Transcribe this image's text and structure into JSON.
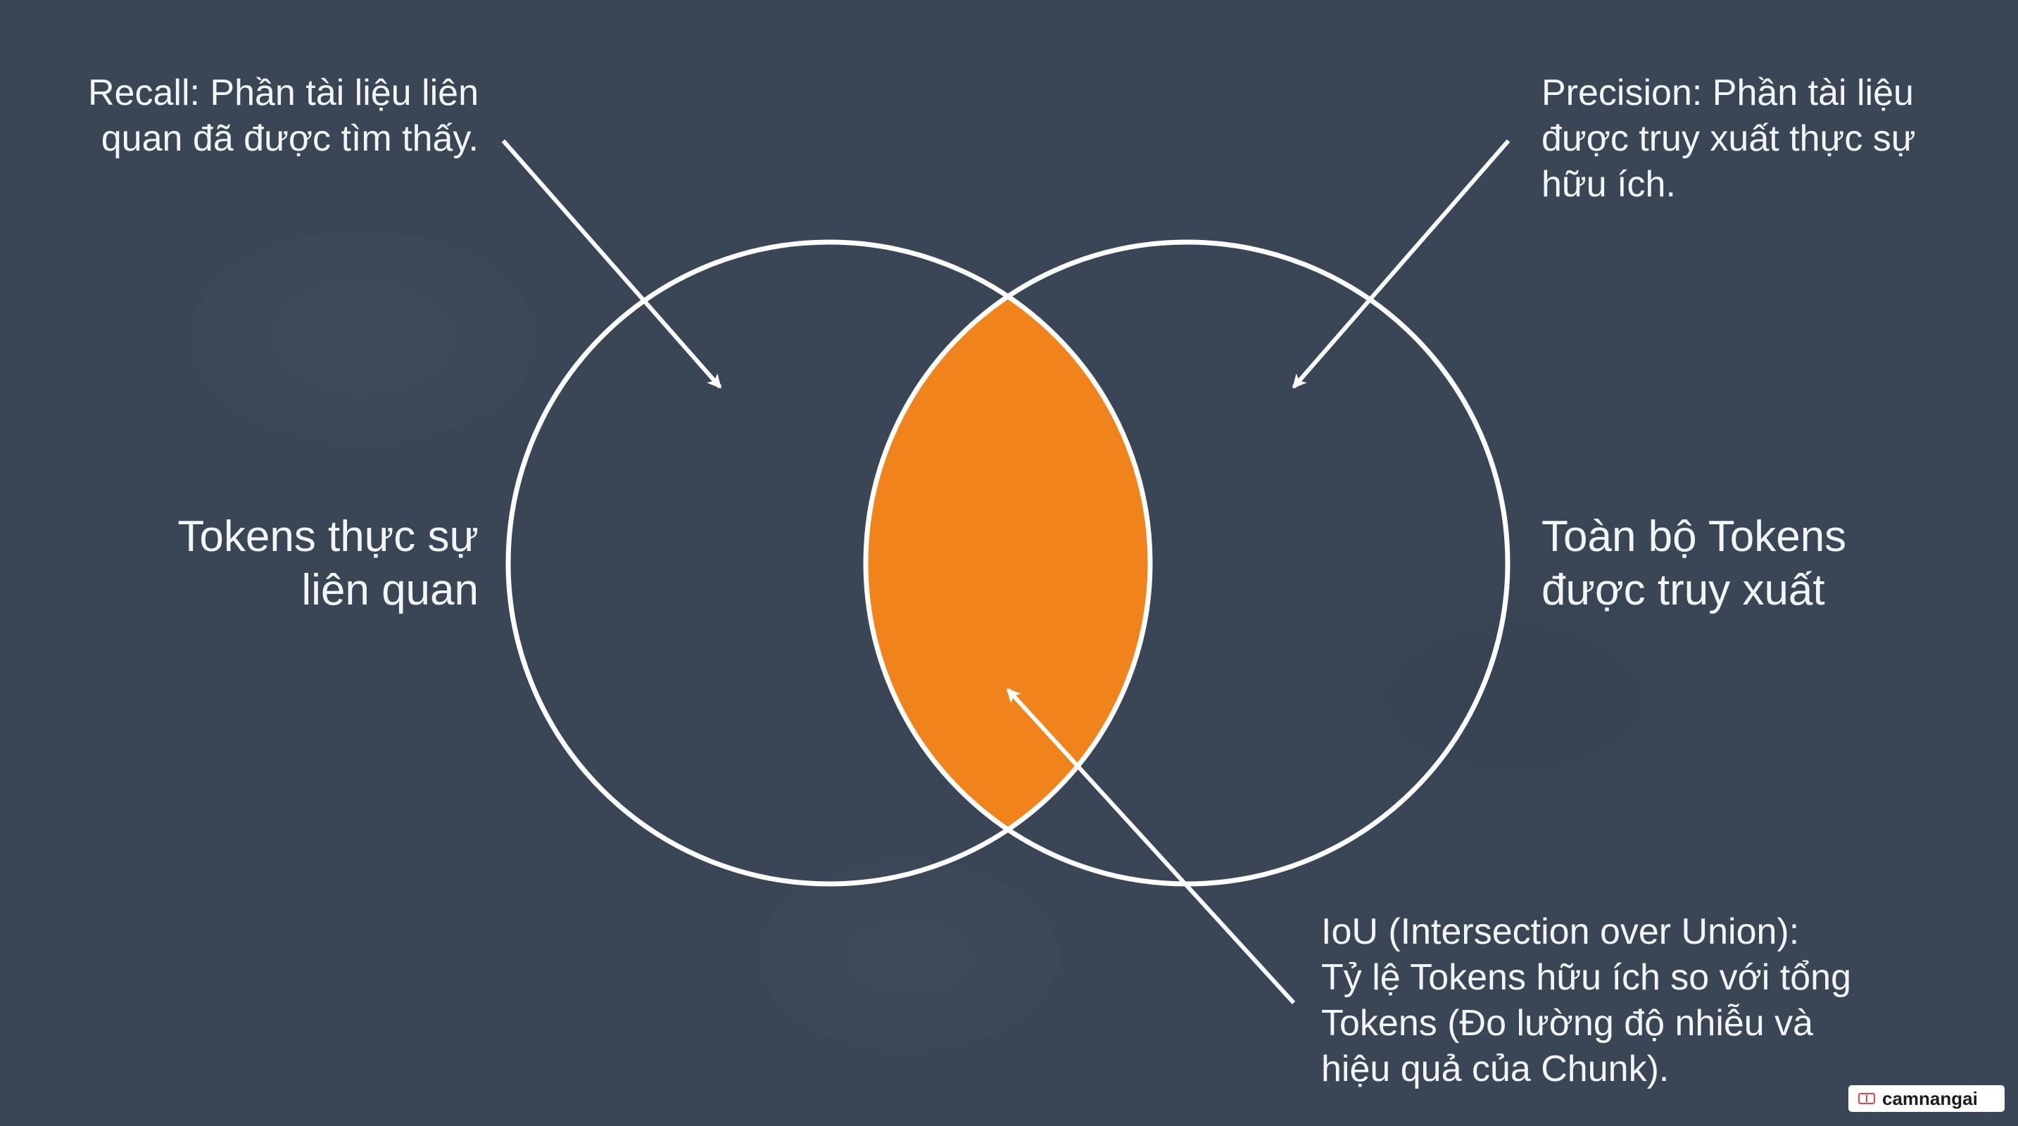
{
  "colors": {
    "background": "#3a4656",
    "circle_stroke": "#ffffff",
    "intersection_fill": "#f0831c",
    "text": "#f4f5f7"
  },
  "diagram": {
    "type": "venn",
    "left_set_label": "Tokens thực sự\nliên quan",
    "right_set_label": "Toàn bộ Tokens\nđược truy xuất",
    "recall_label": "Recall: Phần tài liệu liên\nquan đã được tìm thấy.",
    "precision_label": "Precision: Phần tài liệu\nđược truy xuất thực sự\nhữu ích.",
    "iou_label": "IoU (Intersection over Union):\nTỷ lệ Tokens hữu ích so với tổng\nTokens (Đo lường độ nhiễu và\nhiệu quả của Chunk)."
  },
  "watermark": {
    "text": "camnangai",
    "icon": "book-icon"
  }
}
